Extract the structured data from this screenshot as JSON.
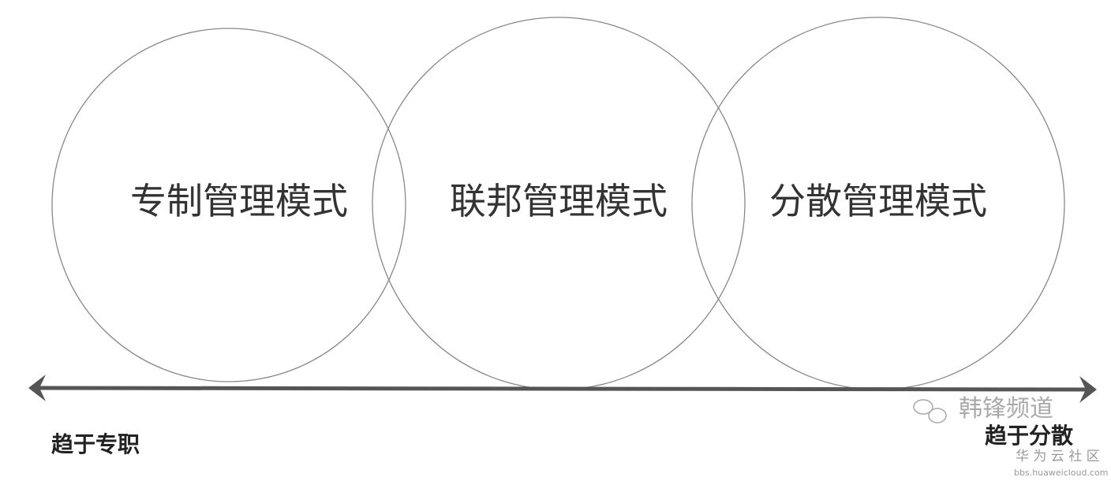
{
  "circles": [
    {
      "label": "专制管理模式"
    },
    {
      "label": "联邦管理模式"
    },
    {
      "label": "分散管理模式"
    }
  ],
  "axis": {
    "left_label": "趋于专职",
    "right_label": "趋于分散",
    "color": "#555555"
  },
  "watermark": {
    "channel": "韩锋频道",
    "site": "华 为 云 社 区",
    "url": "bbs.huaweicloud.com",
    "icon": "wechat-icon"
  }
}
